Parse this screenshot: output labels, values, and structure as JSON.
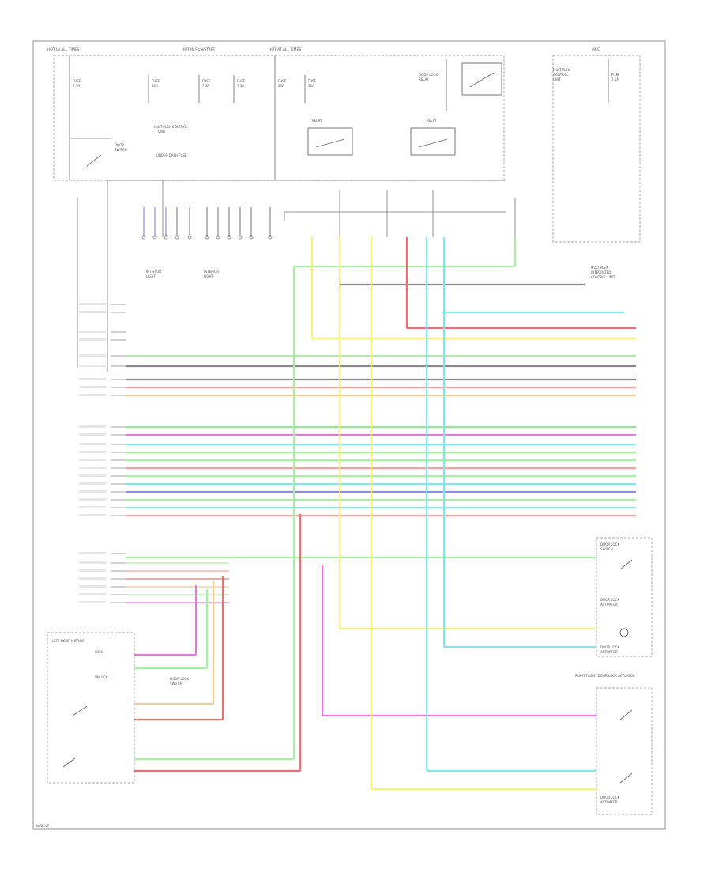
{
  "labels": {
    "hot_all_times": "HOT IN ALL TIMES",
    "hot_run_start": "HOT IN RUN/START",
    "hot_all_times_2": "HOT AT ALL TIMES",
    "acc_label": "ACC",
    "left_door_mirror": "LEFT DOOR MIRROR",
    "right_door_switch": "RIGHT FRONT DOOR LOCK ACTUATOR",
    "footer": "W/O A/T"
  },
  "colors": {
    "yellow": "#f5f07a",
    "green": "#8ee89a",
    "light_green": "#a6f0a0",
    "cyan": "#7ee8ee",
    "red": "#f26d6d",
    "pink": "#f5a0a0",
    "magenta": "#f070e8",
    "blue": "#8a8af0",
    "orange": "#f5c890",
    "gray": "#888888"
  }
}
